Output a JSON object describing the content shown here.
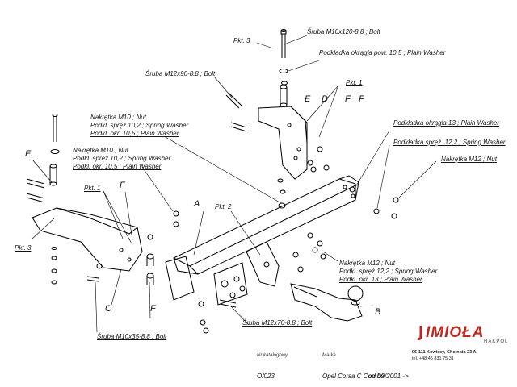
{
  "callouts": {
    "pkt3_top": "Pkt. 3",
    "bolt_m10x120": "Śruba M10x120-8.8 ;  Bolt",
    "washer_10_5": "Podkładka okrągła pow. 10,5 ; Plain Washer",
    "pkt1_top": "Pkt. 1",
    "bolt_m12x90": "Śruba M12x90-8.8 ;  Bolt",
    "nut_m10_a": "Nakrętka  M10 ; Nut",
    "spring_10_2_a": "Podkl. spręż.10,2 ; Spring Washer",
    "plain_10_5_a": "Podkl. okr. 10,5 ; Plain Washer",
    "nut_m10_b": "Nakrętka  M10 ; Nut",
    "spring_10_2_b": "Podkl. spręż.10,2 ; Spring Washer",
    "plain_10_5_b": "Podkl. okr. 10,5 ; Plain Washer",
    "washer_13": "Podkładka okrągła 13 ; Plain Washer",
    "spring_12_2": "Podkładka  spręż. 12,2 ; Spring Washer",
    "nut_m12": "Nakrętka  M12 ; Nut",
    "pkt1_left": "Pkt. 1",
    "pkt2": "Pkt. 2",
    "pkt3_left": "Pkt. 3",
    "nut_m12_b": "Nakrętka  M12 ; Nut",
    "spring_12_2_b": "Podkl. spręż.12,2 ; Spring Washer",
    "plain_13_b": "Podkl. okr. 13 ; Plain Washer",
    "bolt_m12x70": "Śruba M12x70-8.8 ;  Bolt",
    "bolt_m10x35": "Śruba M10x35-8.8 ;  Bolt"
  },
  "letters": {
    "E1": "E",
    "D": "D",
    "F1": "F",
    "F2": "F",
    "E2": "E",
    "F3": "F",
    "A": "A",
    "C": "C",
    "F4": "F",
    "B": "B"
  },
  "footer": {
    "catalog_label": "Nr katalogowy",
    "catalog_value": "O/023",
    "brand_label": "Marka",
    "brand_value": "Opel  Corsa  C Combo",
    "year_value": "od 09/2001 ->"
  },
  "logo": {
    "name": "ІМІОŁА",
    "sub": "HAKPOL",
    "address": "96-111 Kowiesy, Chojnata 23 A",
    "phone": "tel. +48 46 831 75 31",
    "brand_color": "#c0261d"
  }
}
